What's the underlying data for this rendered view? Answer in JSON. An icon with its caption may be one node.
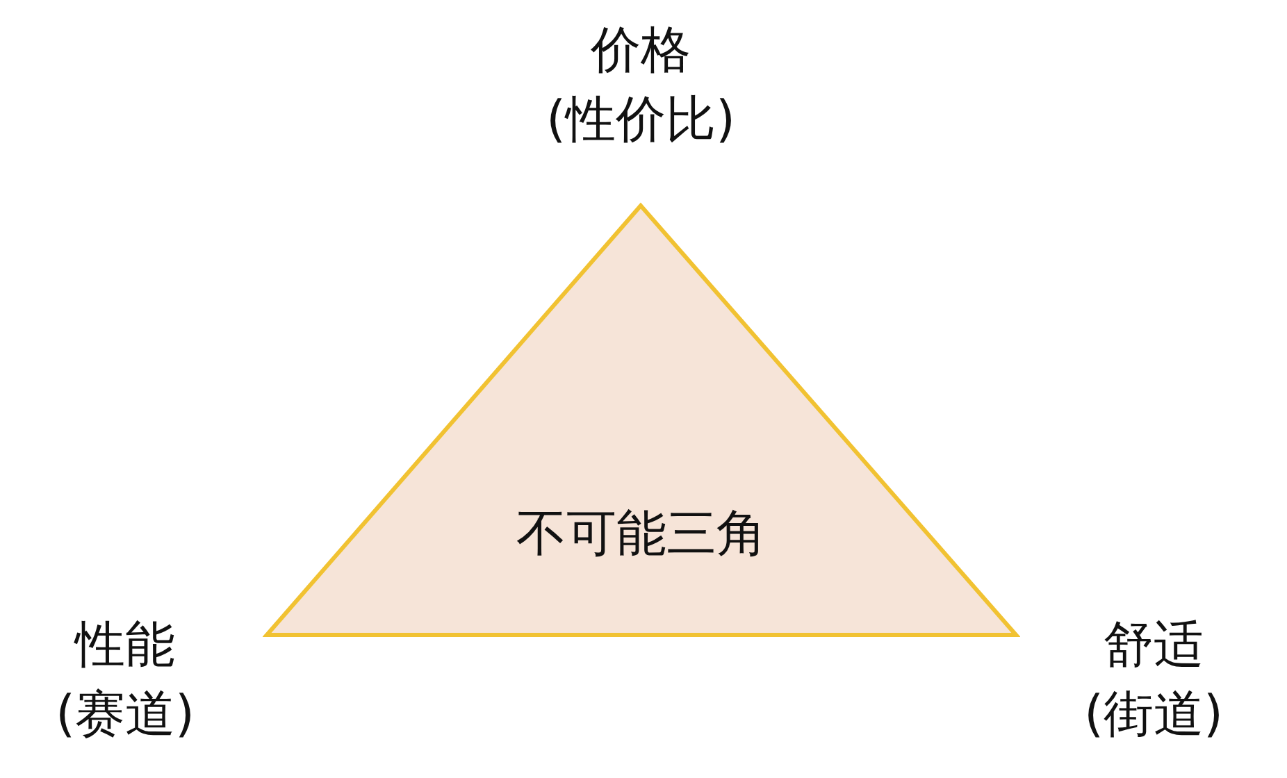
{
  "diagram": {
    "nodes": [
      {
        "text": [
          "不可能三角"
        ],
        "beside": [
          "价格",
          "(性价比)",
          "性能",
          "(赛道)",
          "舒适",
          "(街道)"
        ]
      }
    ]
  }
}
